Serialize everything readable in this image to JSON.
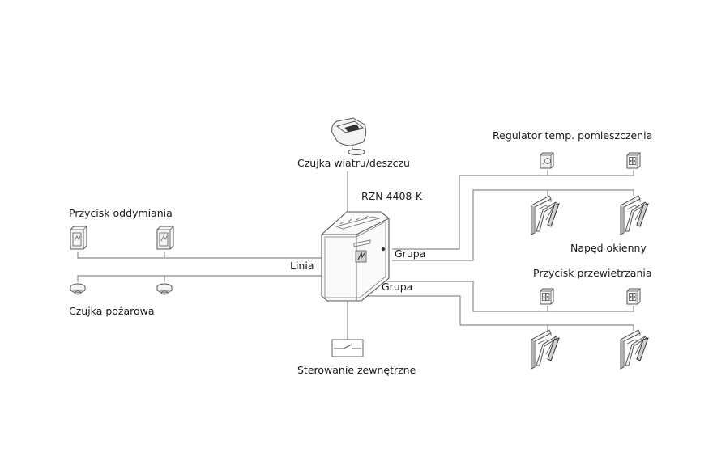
{
  "diagram": {
    "type": "system-wiring-diagram",
    "central_unit": {
      "label": "RZN 4408-K",
      "icon": "control-panel-icon"
    },
    "wind_rain_sensor": {
      "label": "Czujka wiatru/deszczu",
      "icon": "weather-sensor-icon"
    },
    "external_control": {
      "label": "Sterowanie zewnętrzne",
      "icon": "switch-icon"
    },
    "line": {
      "label": "Linia",
      "smoke_buttons": {
        "label": "Przycisk oddymiania",
        "count": 2,
        "icon": "smoke-button-icon"
      },
      "fire_detectors": {
        "label": "Czujka pożarowa",
        "count": 2,
        "icon": "smoke-detector-icon"
      }
    },
    "groups": [
      {
        "label": "Grupa",
        "controls_label": "Regulator temp. pomieszczenia",
        "controls": [
          "thermostat-icon",
          "vent-button-icon"
        ],
        "actuators_label": "Napęd okienny",
        "actuators_count": 2,
        "actuator_icon": "window-actuator-icon"
      },
      {
        "label": "Grupa",
        "controls_label": "Przycisk przewietrzania",
        "controls": [
          "vent-button-icon",
          "vent-button-icon"
        ],
        "actuators_label": "",
        "actuators_count": 2,
        "actuator_icon": "window-actuator-icon"
      }
    ]
  }
}
